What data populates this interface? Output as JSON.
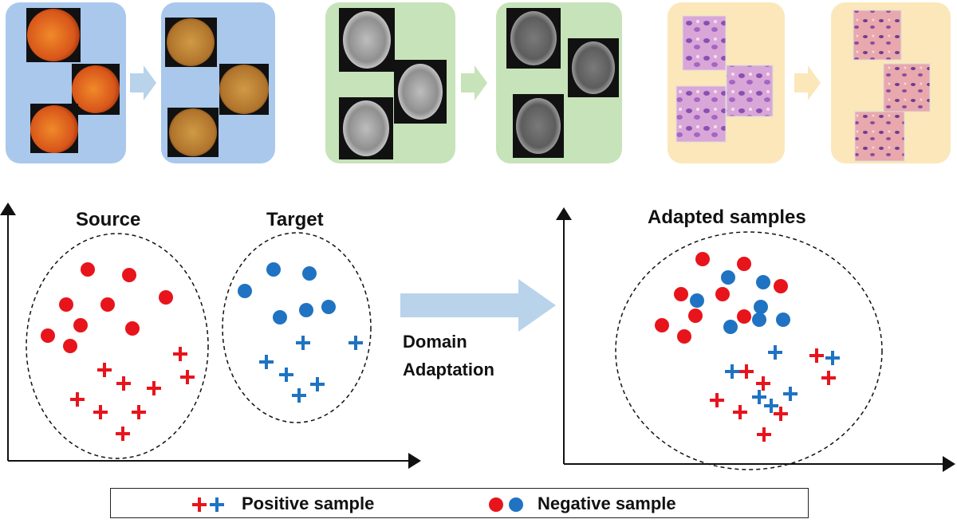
{
  "colors": {
    "fundus_panel": "#a9c8ec",
    "mri_panel": "#c7e3b9",
    "histo_panel": "#fbe7ba",
    "positive_red": "#e8141c",
    "positive_blue": "#1f73c2",
    "arrow": "#b8d3ea"
  },
  "labels": {
    "source": "Source",
    "target": "Target",
    "adapted": "Adapted samples",
    "domain": "Domain",
    "adaptation": "Adaptation"
  },
  "legend": {
    "positive": "Positive sample",
    "negative": "Negative sample"
  },
  "icons": {
    "positive": "plus-marker",
    "negative": "circle-marker",
    "fundus": "retina-fundus-image",
    "mri": "brain-mri-image",
    "histo": "histopathology-image"
  }
}
